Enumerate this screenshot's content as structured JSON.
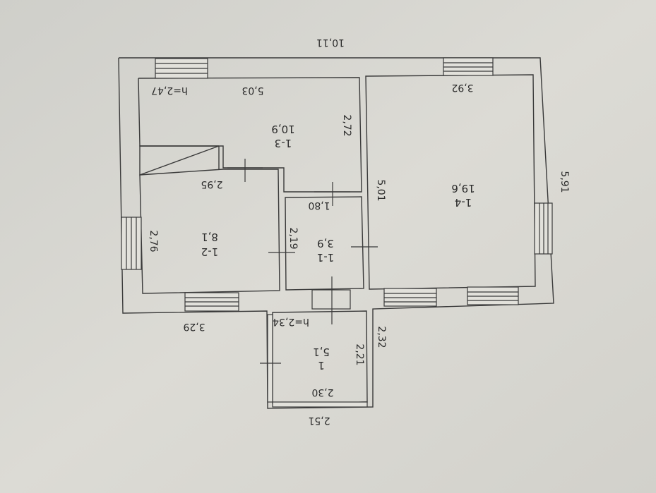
{
  "plan": {
    "overall_width": "10,11",
    "overall_depth": "5,91",
    "left_depth": "3,29",
    "rooms": {
      "r13": {
        "name": "1-3",
        "area": "10,9",
        "width": "5,03",
        "depth": "2,72",
        "height": "h=2,47"
      },
      "r14": {
        "name": "1-4",
        "area": "19,6",
        "width": "3,92",
        "depth": "5,01"
      },
      "r12": {
        "name": "1-2",
        "area": "8,1",
        "width": "2,95",
        "depth": "2,76"
      },
      "r11": {
        "name": "1-1",
        "area": "3,9",
        "width": "1,80",
        "depth": "2,19"
      },
      "r1": {
        "name": "1",
        "area": "5,1",
        "width_inner": "2,30",
        "width_outer": "2,51",
        "depth_inner": "2,21",
        "depth_outer": "2,32",
        "height": "h=2,34"
      }
    }
  },
  "colors": {
    "paper": "#d7d6d0",
    "line": "#3a3a3a"
  }
}
